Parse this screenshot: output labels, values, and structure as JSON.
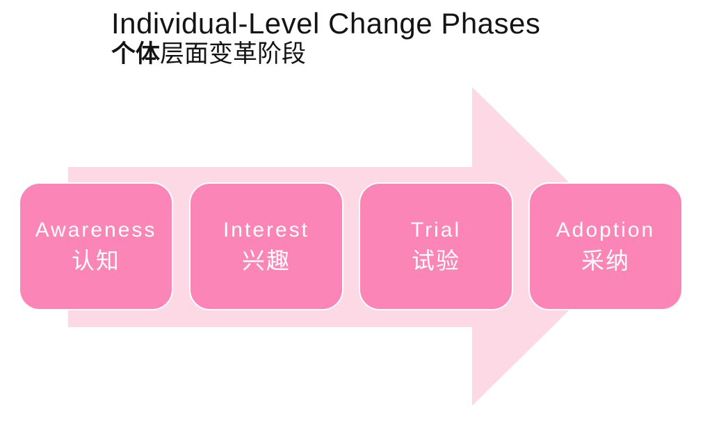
{
  "title": {
    "en": "Individual-Level Change Phases",
    "zh_bold": "个体",
    "zh_rest": "层面变革阶段"
  },
  "phases": [
    {
      "label_en": "Awareness",
      "label_zh": "认知"
    },
    {
      "label_en": "Interest",
      "label_zh": "兴趣"
    },
    {
      "label_en": "Trial",
      "label_zh": "试验"
    },
    {
      "label_en": "Adoption",
      "label_zh": "采纳"
    }
  ],
  "colors": {
    "box_pink": "#fb85b6",
    "arrow_pink": "#fdd9e5",
    "text_on_box": "#ffffff",
    "title_text": "#141414"
  }
}
